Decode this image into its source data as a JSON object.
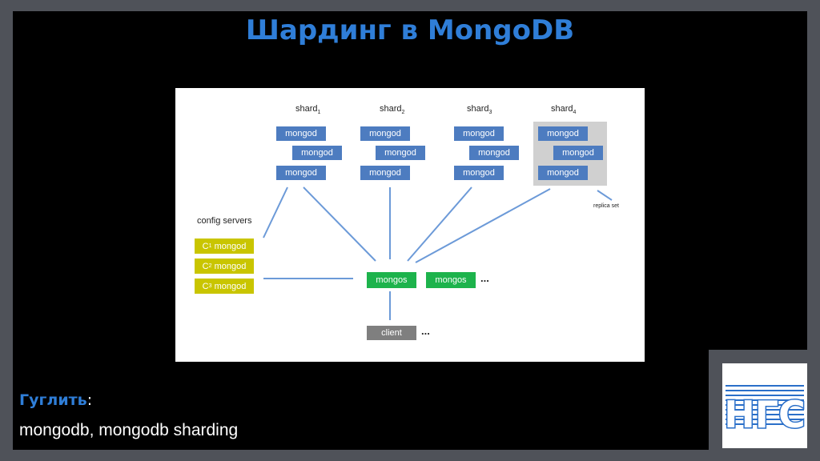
{
  "slide": {
    "title": "Шардинг в MongoDB",
    "hint_label": "Гуглить",
    "hint_colon": ":",
    "hint_terms": "mongodb, mongodb sharding"
  },
  "diagram": {
    "shards": [
      {
        "name": "shard",
        "index": "1"
      },
      {
        "name": "shard",
        "index": "2"
      },
      {
        "name": "shard",
        "index": "3"
      },
      {
        "name": "shard",
        "index": "4"
      }
    ],
    "mongod_label": "mongod",
    "config_servers_label": "config servers",
    "config_servers": [
      {
        "prefix": "C",
        "index": "1",
        "label": "mongod"
      },
      {
        "prefix": "C",
        "index": "2",
        "label": "mongod"
      },
      {
        "prefix": "C",
        "index": "3",
        "label": "mongod"
      }
    ],
    "mongos_label": "mongos",
    "client_label": "client",
    "replica_set_label": "replica set",
    "ellipsis": "..."
  },
  "colors": {
    "accent": "#2f7ed8",
    "mongod": "#4d7cc0",
    "mongos": "#1db34c",
    "config": "#c9c500",
    "client": "#7f7f7f",
    "connector": "#6c9ad8"
  },
  "logo": {
    "text": "НГС",
    "color": "#2a6fc9"
  }
}
